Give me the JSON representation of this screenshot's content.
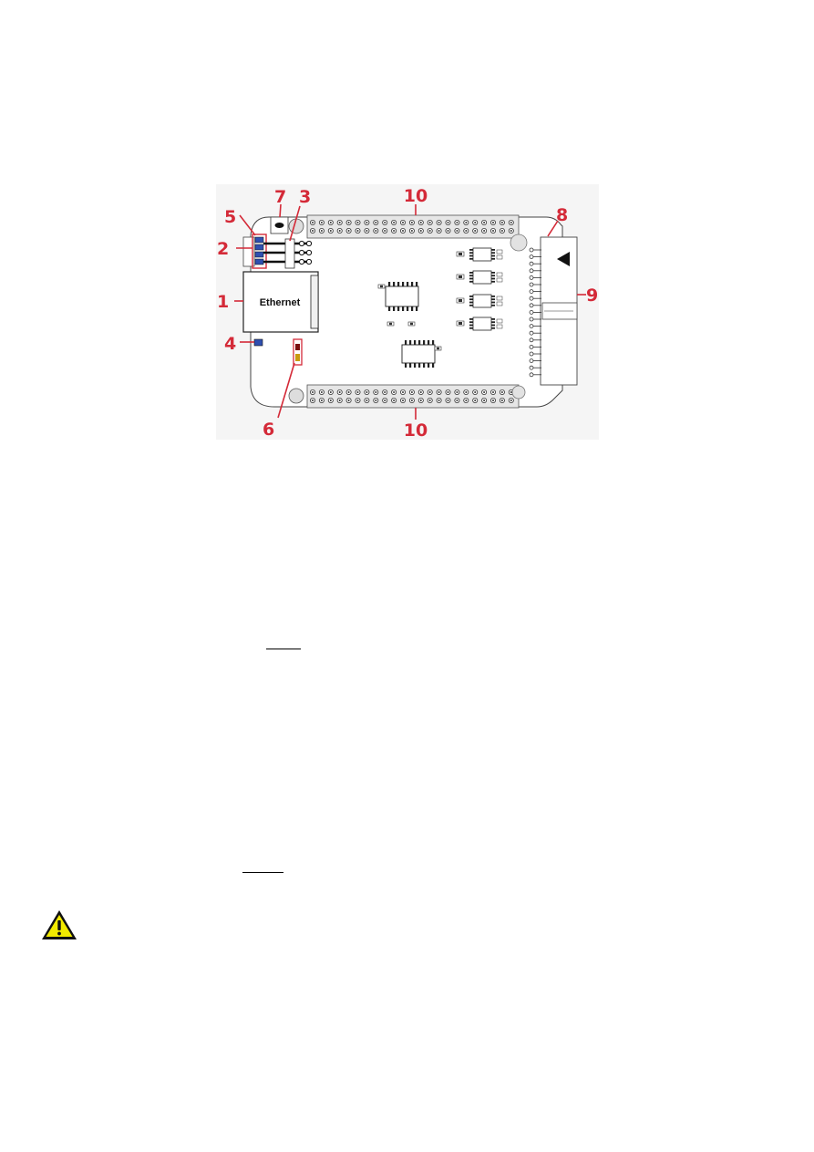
{
  "figure": {
    "ethernet_label": "Ethernet",
    "callouts": [
      "1",
      "2",
      "3",
      "4",
      "5",
      "6",
      "7",
      "8",
      "9",
      "10",
      "10"
    ]
  },
  "colors": {
    "callout": "#d42a38",
    "highlight_box": "#d42a38",
    "led_blue": "#2f4fb0",
    "board_bg": "#f4f4f4",
    "warning_fill": "#f2ea00"
  },
  "icons": {
    "warning": "warning-triangle-icon"
  }
}
